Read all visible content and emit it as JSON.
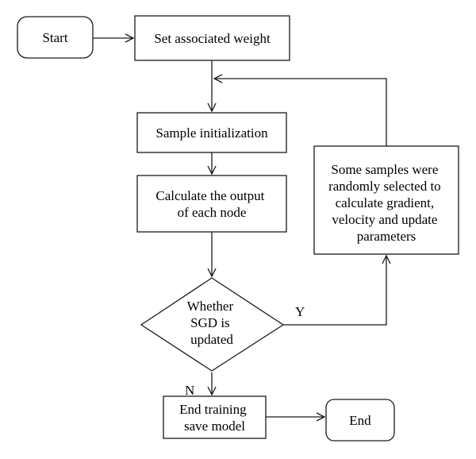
{
  "diagram": {
    "nodes": {
      "start": {
        "lines": [
          "Start"
        ]
      },
      "set_weight": {
        "lines": [
          "Set associated weight"
        ]
      },
      "sample_init": {
        "lines": [
          "Sample initialization"
        ]
      },
      "calc_output": {
        "lines": [
          "Calculate the output",
          "of each node"
        ]
      },
      "decision": {
        "lines": [
          "Whether",
          "SGD is",
          "updated"
        ]
      },
      "update_params": {
        "lines": [
          "Some samples were",
          "randomly selected to",
          "calculate gradient,",
          "velocity and update",
          "parameters"
        ]
      },
      "end_training": {
        "lines": [
          "End training",
          "save model"
        ]
      },
      "end": {
        "lines": [
          "End"
        ]
      }
    },
    "edge_labels": {
      "yes": "Y",
      "no": "N"
    }
  }
}
